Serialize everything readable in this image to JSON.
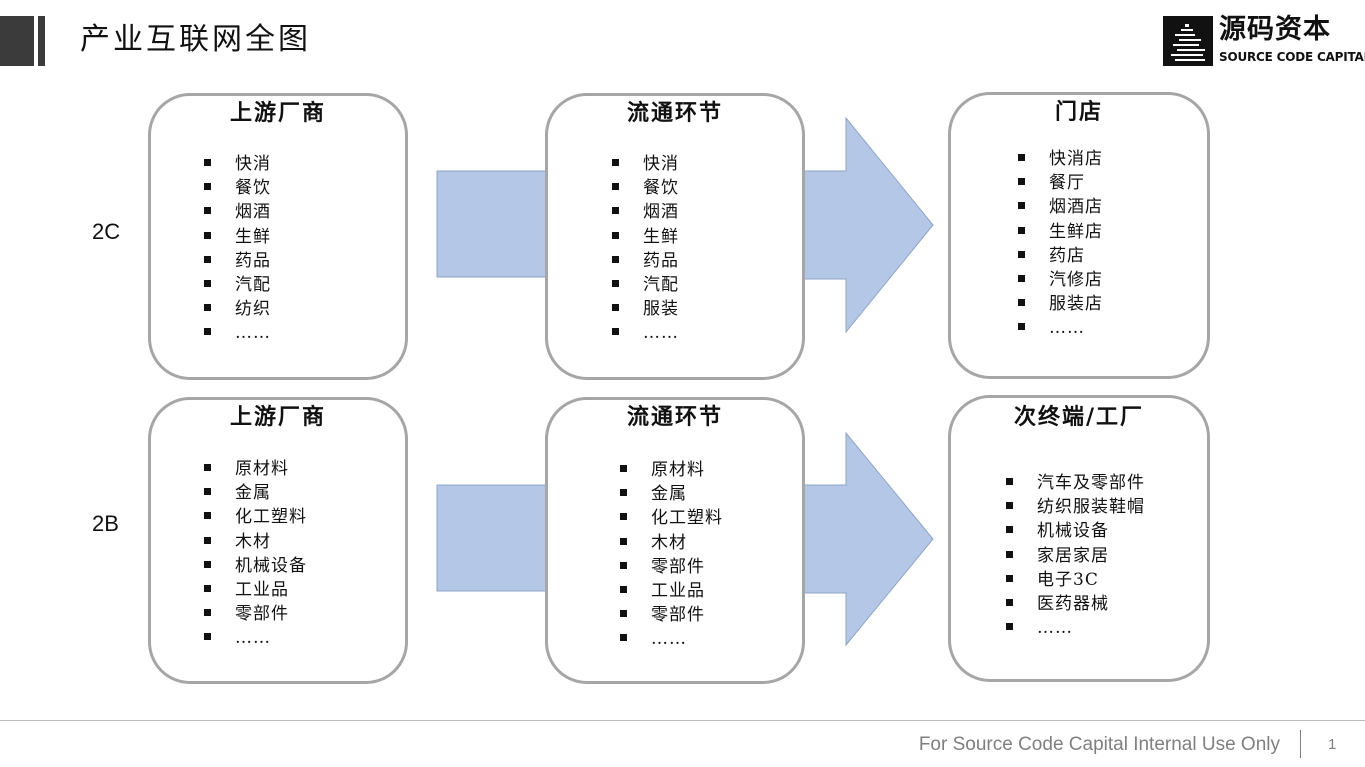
{
  "header": {
    "title": "产业互联网全图"
  },
  "logo": {
    "cn": "源码资本",
    "en": "SOURCE CODE CAPITAL"
  },
  "rows": {
    "c2c": {
      "label": "2C",
      "upstream": {
        "title": "上游厂商",
        "items": [
          "快消",
          "餐饮",
          "烟酒",
          "生鲜",
          "药品",
          "汽配",
          "纺织",
          "……"
        ]
      },
      "circulation": {
        "title": "流通环节",
        "items": [
          "快消",
          "餐饮",
          "烟酒",
          "生鲜",
          "药品",
          "汽配",
          "服装",
          "……"
        ]
      },
      "destination": {
        "title": "门店",
        "items": [
          "快消店",
          "餐厅",
          "烟酒店",
          "生鲜店",
          "药店",
          "汽修店",
          "服装店",
          "……"
        ]
      }
    },
    "c2b": {
      "label": "2B",
      "upstream": {
        "title": "上游厂商",
        "items": [
          "原材料",
          "金属",
          "化工塑料",
          "木材",
          "机械设备",
          "工业品",
          "零部件",
          "……"
        ]
      },
      "circulation": {
        "title": "流通环节",
        "items": [
          "原材料",
          "金属",
          "化工塑料",
          "木材",
          "零部件",
          "工业品",
          "零部件",
          "……"
        ]
      },
      "destination": {
        "title": "次终端/工厂",
        "items": [
          "汽车及零部件",
          "纺织服装鞋帽",
          "机械设备",
          "家居家居",
          "电子3C",
          "医药器械",
          "……"
        ]
      }
    }
  },
  "colors": {
    "arrow_fill": "#b4c7e7",
    "box_border": "#a6a6a6"
  },
  "footer": {
    "text": "For Source Code Capital Internal Use Only",
    "page": "1"
  }
}
